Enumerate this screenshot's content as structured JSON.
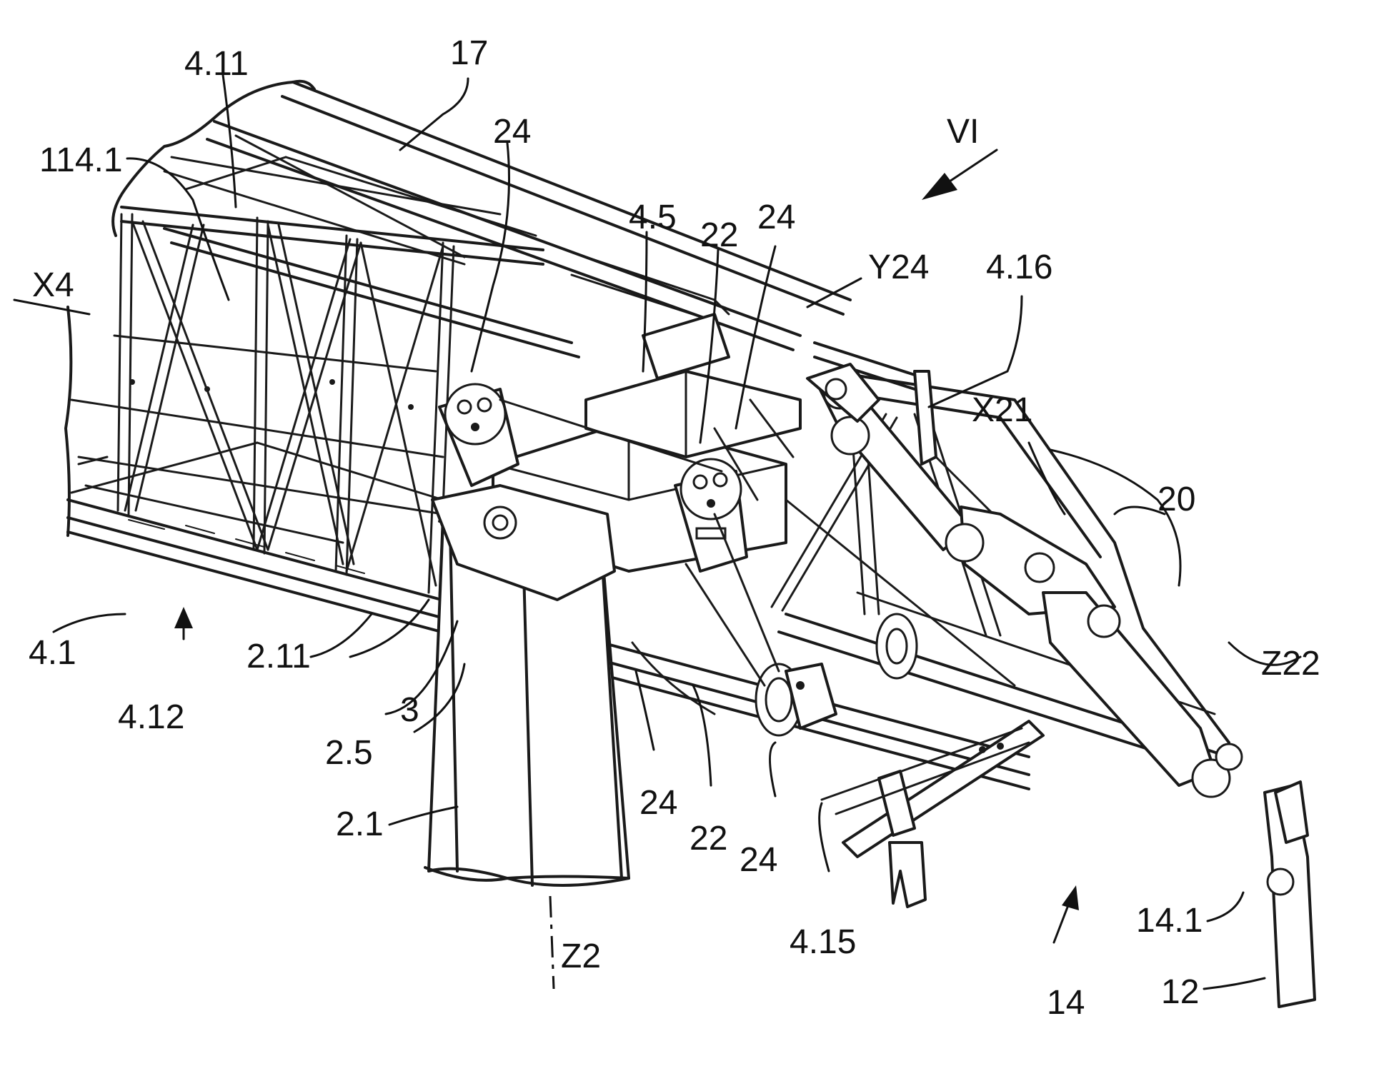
{
  "figure": {
    "view_marker": "VI",
    "labels": {
      "l_17": "17",
      "l_4_11": "4.11",
      "l_114_1": "114.1",
      "l_24_a": "24",
      "l_4_5": "4.5",
      "l_22_a": "22",
      "l_24_b": "24",
      "l_y24": "Y24",
      "l_4_16": "4.16",
      "l_x4": "X4",
      "l_x21": "X21",
      "l_20": "20",
      "l_z22": "Z22",
      "l_4_1": "4.1",
      "l_4_12": "4.12",
      "l_2_11": "2.11",
      "l_2_5": "2.5",
      "l_3": "3",
      "l_2_1": "2.1",
      "l_24_c": "24",
      "l_22_b": "22",
      "l_24_d": "24",
      "l_4_15": "4.15",
      "l_14": "14",
      "l_14_1": "14.1",
      "l_12": "12",
      "l_z2": "Z2"
    }
  }
}
